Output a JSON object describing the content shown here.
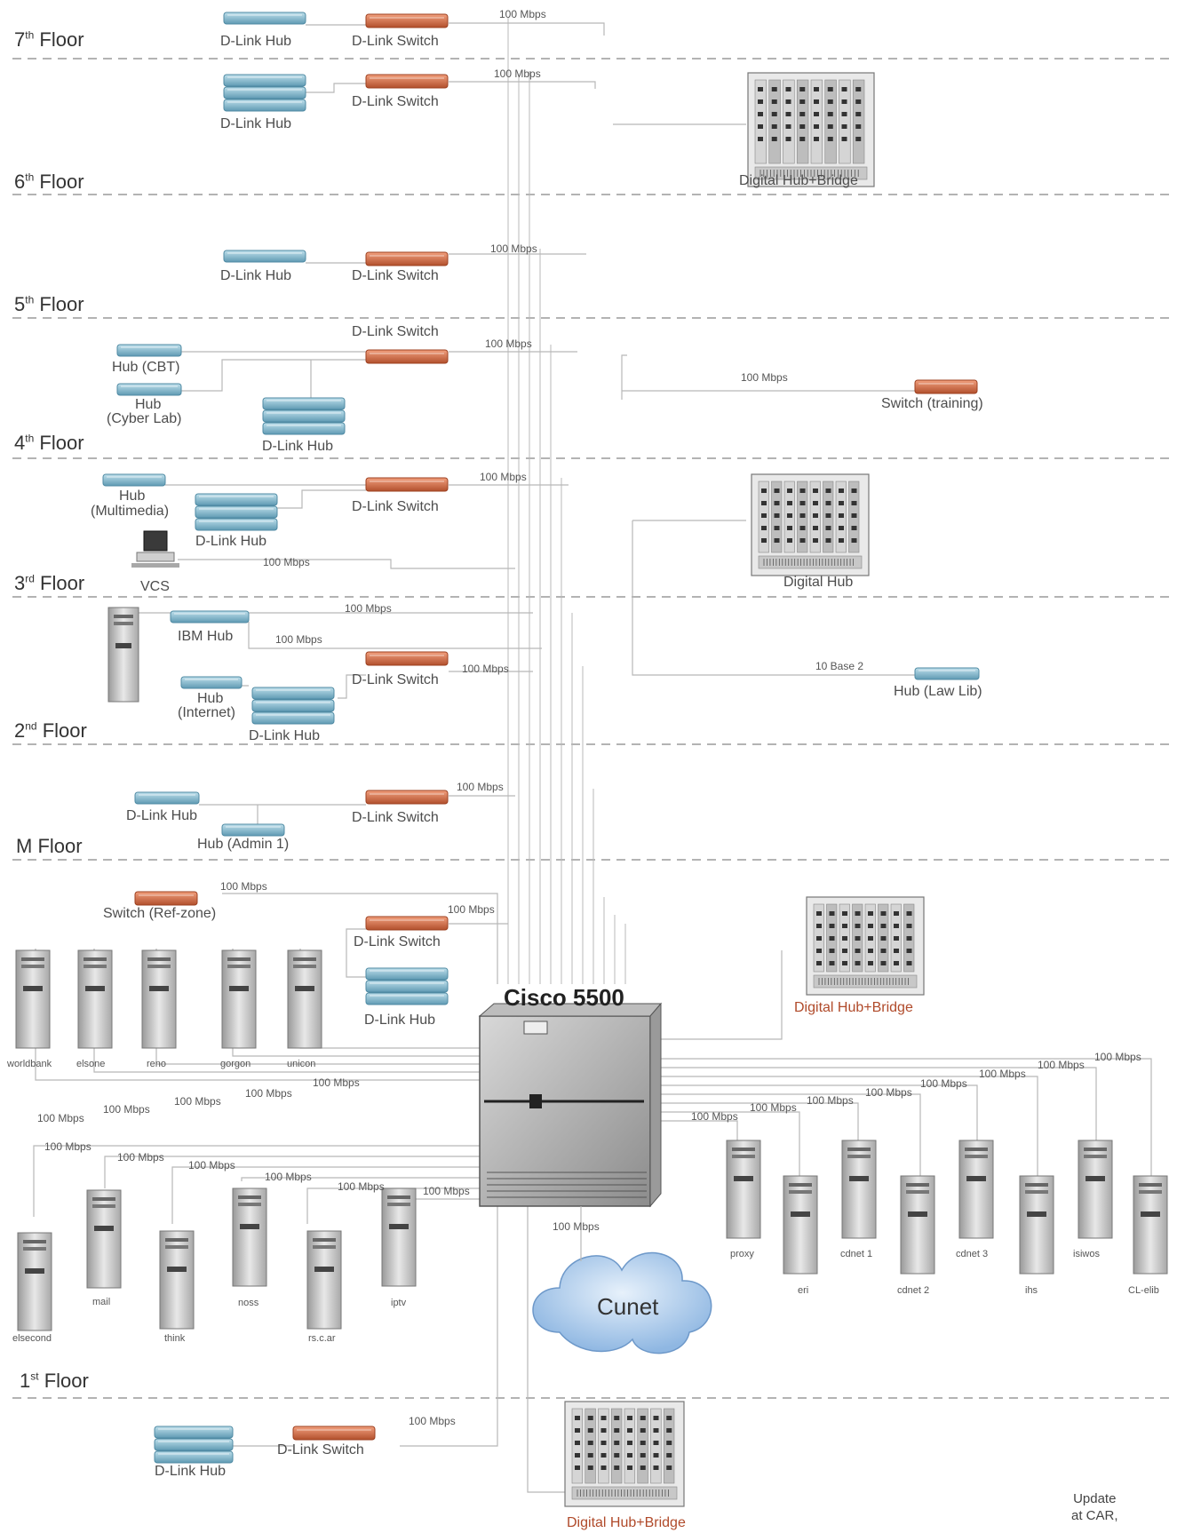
{
  "floors": [
    {
      "key": "7",
      "num": "7",
      "sup": "th",
      "word": "Floor"
    },
    {
      "key": "6",
      "num": "6",
      "sup": "th",
      "word": "Floor"
    },
    {
      "key": "5",
      "num": "5",
      "sup": "th",
      "word": "Floor"
    },
    {
      "key": "4",
      "num": "4",
      "sup": "th",
      "word": "Floor"
    },
    {
      "key": "3",
      "num": "3",
      "sup": "rd",
      "word": "Floor"
    },
    {
      "key": "2",
      "num": "2",
      "sup": "nd",
      "word": "Floor"
    },
    {
      "key": "m",
      "num": "M",
      "sup": "",
      "word": "Floor"
    },
    {
      "key": "1",
      "num": "1",
      "sup": "st",
      "word": "Floor"
    }
  ],
  "devices": {
    "f7_hub": "D-Link Hub",
    "f7_switch": "D-Link Switch",
    "f6_switch": "D-Link Switch",
    "f6_hub": "D-Link Hub",
    "f6_digital": "Digital Hub+Bridge",
    "f5_hub": "D-Link Hub",
    "f5_switch": "D-Link Switch",
    "f4_switch": "D-Link Switch",
    "f4_hub_cbt": "Hub (CBT)",
    "f4_hub_cyber_1": "Hub",
    "f4_hub_cyber_2": "(Cyber Lab)",
    "f4_dlink_hub": "D-Link Hub",
    "f4_switch_training": "Switch (training)",
    "f3_hub_mm_1": "Hub",
    "f3_hub_mm_2": "(Multimedia)",
    "f3_switch": "D-Link Switch",
    "f3_dlink_hub": "D-Link Hub",
    "f3_vcs": "VCS",
    "f3_digital": "Digital Hub",
    "f2_ibm": "IBM Hub",
    "f2_switch": "D-Link Switch",
    "f2_hub_inet_1": "Hub",
    "f2_hub_inet_2": "(Internet)",
    "f2_dlink_hub": "D-Link Hub",
    "f2_law": "Hub (Law Lib)",
    "m_hub": "D-Link Hub",
    "m_switch": "D-Link Switch",
    "m_admin": "Hub (Admin 1)",
    "f1_refzone": "Switch (Ref-zone)",
    "f1_switch": "D-Link Switch",
    "f1_dlink_hub": "D-Link Hub",
    "f1_digital": "Digital Hub+Bridge",
    "cisco": "Cisco 5500",
    "cunet": "Cunet",
    "g_hub": "D-Link Hub",
    "g_switch": "D-Link Switch",
    "g_digital": "Digital Hub+Bridge"
  },
  "servers": {
    "worldbank": "worldbank",
    "elsone": "elsone",
    "reno": "reno",
    "gorgon": "gorgon",
    "unicon": "unicon",
    "elsecond": "elsecond",
    "mail": "mail",
    "think": "think",
    "noss": "noss",
    "rsc": "rs.c.ar",
    "iptv": "iptv",
    "proxy": "proxy",
    "eri": "eri",
    "cdnet1": "cdnet 1",
    "cdnet2": "cdnet 2",
    "cdnet3": "cdnet 3",
    "ihs": "ihs",
    "isiwos": "isiwos",
    "clelib": "CL-elib"
  },
  "speeds": {
    "s100": "100 Mbps",
    "s10b2": "10 Base 2"
  },
  "note": {
    "line1": "Update",
    "line2": "at CAR,"
  },
  "colors": {
    "hub": "#7fb3c9",
    "switch": "#cf6a47",
    "line": "#b8b8b8",
    "dash": "#9a9a9a",
    "cloud": "#a9c9ea"
  }
}
